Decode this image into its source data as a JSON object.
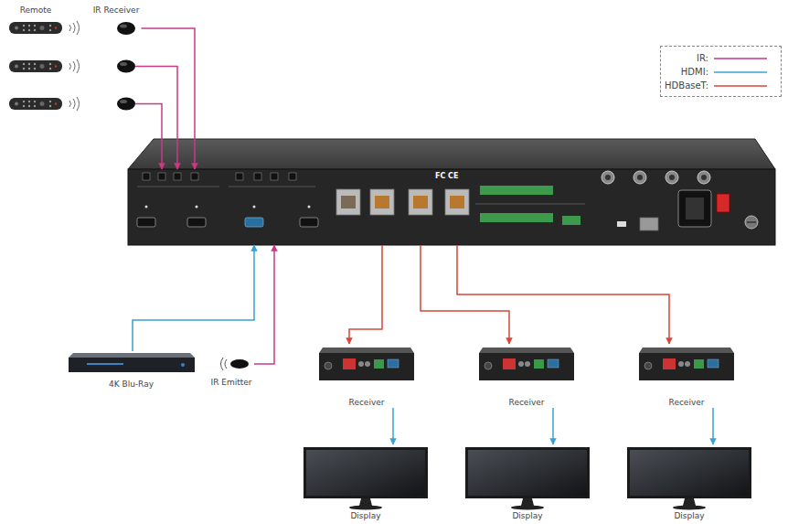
{
  "diagram": {
    "nodes": [
      {
        "text": [
          "Remote"
        ]
      },
      {
        "text": [
          "IR Receiver"
        ]
      },
      {
        "text": [
          "FC CE"
        ]
      },
      {
        "text": [
          "4K Blu-Ray"
        ]
      },
      {
        "text": [
          "IR Emitter"
        ]
      },
      {
        "text": [
          "Receiver"
        ]
      },
      {
        "text": [
          "Receiver"
        ]
      },
      {
        "text": [
          "Receiver"
        ]
      },
      {
        "text": [
          "Display"
        ]
      },
      {
        "text": [
          "Display"
        ]
      },
      {
        "text": [
          "Display"
        ]
      }
    ],
    "edges": [
      {
        "from": 1,
        "to": 2,
        "arrow": "to"
      },
      {
        "from": 3,
        "to": 2,
        "arrow": "to"
      },
      {
        "from": 4,
        "to": 2,
        "arrow": "to"
      },
      {
        "from": 2,
        "to": 5,
        "arrow": "to"
      },
      {
        "from": 2,
        "to": 6,
        "arrow": "to"
      },
      {
        "from": 2,
        "to": 7,
        "arrow": "to"
      },
      {
        "from": 5,
        "to": 8,
        "arrow": "to"
      },
      {
        "from": 6,
        "to": 9,
        "arrow": "to"
      },
      {
        "from": 7,
        "to": 10,
        "arrow": "to"
      }
    ],
    "legend": [
      {
        "text": "IR:"
      },
      {
        "text": "HDMI:"
      },
      {
        "text": "HDBaseT:"
      }
    ]
  }
}
